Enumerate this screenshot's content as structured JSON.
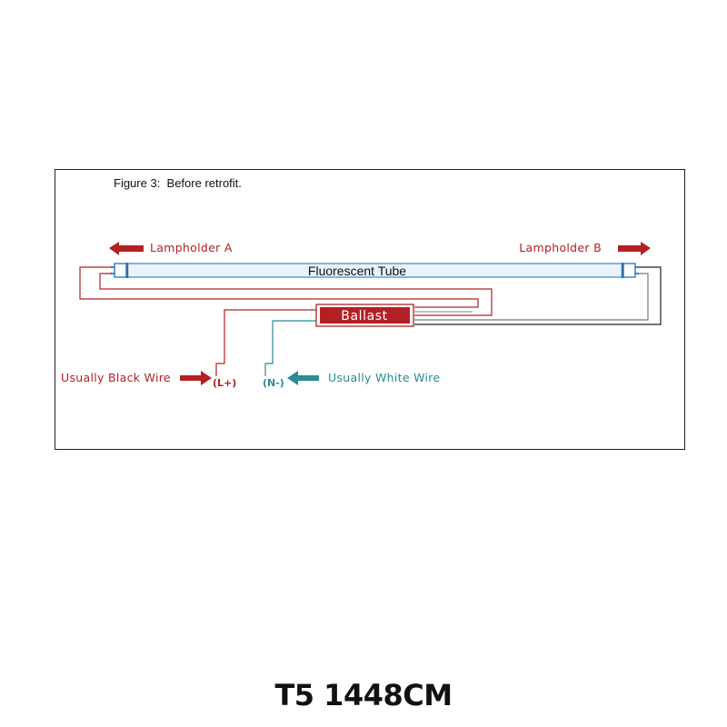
{
  "figure": {
    "caption": "Figure 3:  Before retrofit."
  },
  "labels": {
    "lampholder_a": "Lampholder  A",
    "lampholder_b": "Lampholder  B",
    "tube": "Fluorescent Tube",
    "ballast": "Ballast",
    "black_wire": "Usually Black Wire",
    "white_wire": "Usually White Wire",
    "live_terminal": "(L+)",
    "neutral_terminal": "(N-)"
  },
  "colors": {
    "red": "#b32024",
    "teal": "#2b8c93",
    "tube_blue": "#3b86c8",
    "tube_fill": "#eaf3fb",
    "black": "#222222",
    "gray": "#777777",
    "ballast_fill": "#b32024"
  },
  "product": {
    "title": "T5 1448CM"
  }
}
